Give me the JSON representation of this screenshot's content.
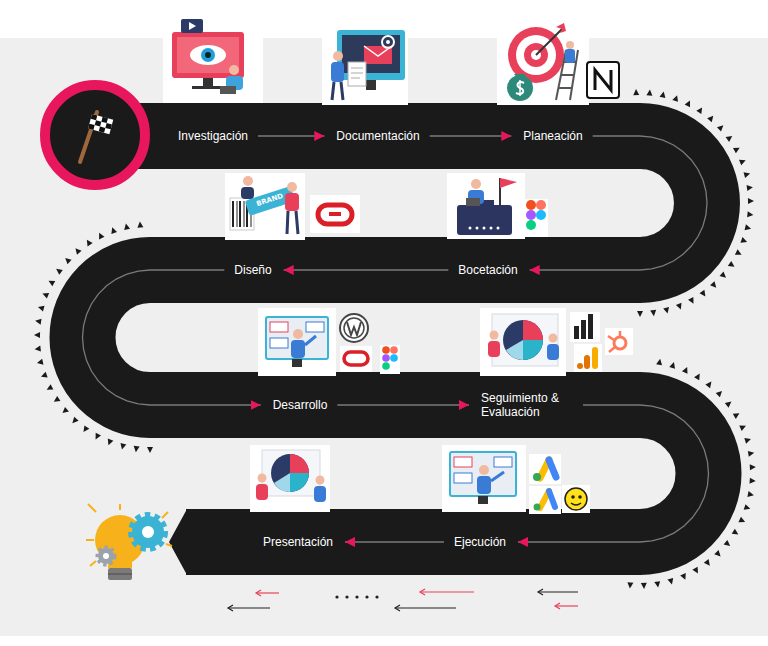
{
  "diagram": {
    "nodes": [
      {
        "text": [
          "Investigación"
        ]
      },
      {
        "text": [
          "Documentación"
        ]
      },
      {
        "text": [
          "Planeación"
        ]
      },
      {
        "text": [
          "Bocetación"
        ]
      },
      {
        "text": [
          "Diseño"
        ]
      },
      {
        "text": [
          "Desarrollo"
        ]
      },
      {
        "text": [
          "Seguimiento & Evaluación"
        ]
      },
      {
        "text": [
          "Ejecución"
        ]
      },
      {
        "text": [
          "Presentación"
        ]
      }
    ],
    "edges": [
      {
        "from": 0,
        "to": 1,
        "arrow": "to"
      },
      {
        "from": 1,
        "to": 2,
        "arrow": "to"
      },
      {
        "from": 2,
        "to": 3,
        "arrow": "to"
      },
      {
        "from": 3,
        "to": 4,
        "arrow": "to"
      },
      {
        "from": 4,
        "to": 5,
        "arrow": "to"
      },
      {
        "from": 5,
        "to": 6,
        "arrow": "to"
      },
      {
        "from": 6,
        "to": 7,
        "arrow": "to"
      },
      {
        "from": 7,
        "to": 8,
        "arrow": "to"
      }
    ],
    "labels": [
      "BRAND"
    ]
  }
}
